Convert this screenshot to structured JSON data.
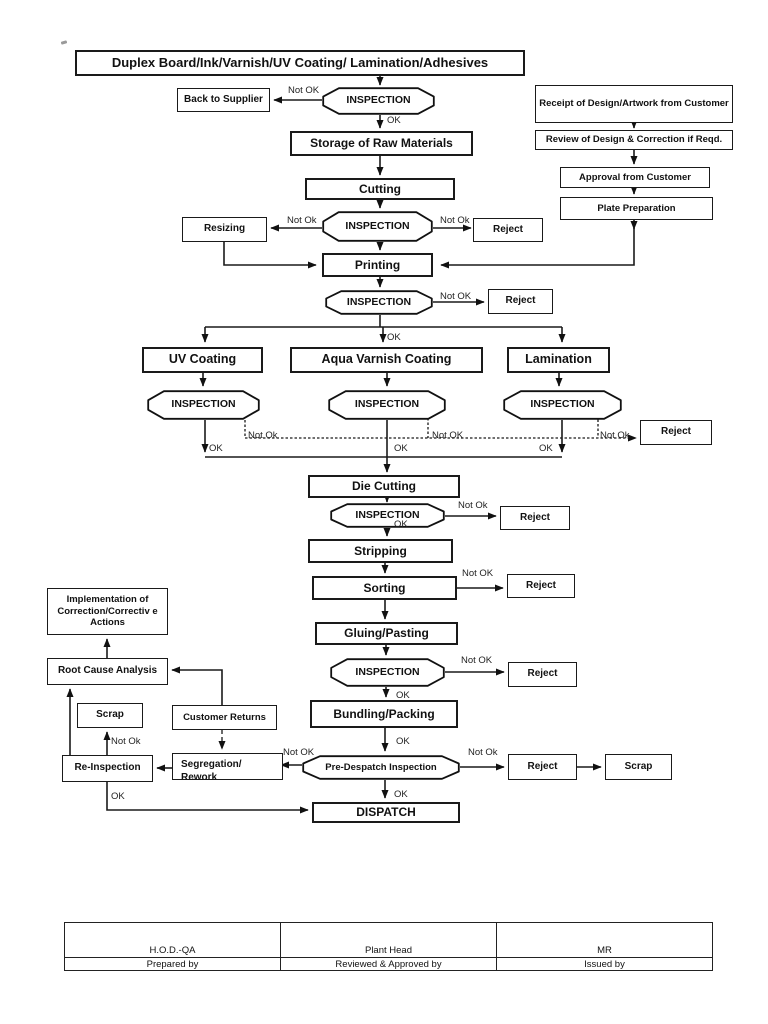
{
  "flowchart": {
    "nodes": [
      {
        "id": "title-box",
        "shape": "box",
        "label": "Duplex Board/Ink/Varnish/UV Coating/ Lamination/Adhesives"
      },
      {
        "id": "back-to-supplier",
        "shape": "box",
        "label": "Back to Supplier"
      },
      {
        "id": "inspection-raw",
        "shape": "hex",
        "label": "INSPECTION"
      },
      {
        "id": "receipt-design",
        "shape": "box",
        "label": "Receipt of Design/Artwork from Customer"
      },
      {
        "id": "review-design",
        "shape": "box",
        "label": "Review of Design & Correction if Reqd."
      },
      {
        "id": "approval-customer",
        "shape": "box",
        "label": "Approval from Customer"
      },
      {
        "id": "plate-preparation",
        "shape": "box",
        "label": "Plate Preparation"
      },
      {
        "id": "storage-raw-materials",
        "shape": "box",
        "label": "Storage of Raw Materials"
      },
      {
        "id": "cutting",
        "shape": "box",
        "label": "Cutting"
      },
      {
        "id": "resizing",
        "shape": "box",
        "label": "Resizing"
      },
      {
        "id": "inspection-cutting",
        "shape": "hex",
        "label": "INSPECTION"
      },
      {
        "id": "reject-cutting",
        "shape": "box",
        "label": "Reject"
      },
      {
        "id": "printing",
        "shape": "box",
        "label": "Printing"
      },
      {
        "id": "inspection-printing",
        "shape": "hex",
        "label": "INSPECTION"
      },
      {
        "id": "reject-printing",
        "shape": "box",
        "label": "Reject"
      },
      {
        "id": "uv-coating",
        "shape": "box",
        "label": "UV Coating"
      },
      {
        "id": "aqua-varnish-coating",
        "shape": "box",
        "label": "Aqua Varnish Coating"
      },
      {
        "id": "lamination",
        "shape": "box",
        "label": "Lamination"
      },
      {
        "id": "inspection-uv",
        "shape": "hex",
        "label": "INSPECTION"
      },
      {
        "id": "inspection-aqua",
        "shape": "hex",
        "label": "INSPECTION"
      },
      {
        "id": "inspection-lamination",
        "shape": "hex",
        "label": "INSPECTION"
      },
      {
        "id": "reject-coating",
        "shape": "box",
        "label": "Reject"
      },
      {
        "id": "die-cutting",
        "shape": "box",
        "label": "Die Cutting"
      },
      {
        "id": "inspection-die-cutting",
        "shape": "hex",
        "label": "INSPECTION"
      },
      {
        "id": "reject-die-cutting",
        "shape": "box",
        "label": "Reject"
      },
      {
        "id": "stripping",
        "shape": "box",
        "label": "Stripping"
      },
      {
        "id": "sorting",
        "shape": "box",
        "label": "Sorting"
      },
      {
        "id": "reject-sorting",
        "shape": "box",
        "label": "Reject"
      },
      {
        "id": "gluing-pasting",
        "shape": "box",
        "label": "Gluing/Pasting"
      },
      {
        "id": "inspection-gluing",
        "shape": "hex",
        "label": "INSPECTION"
      },
      {
        "id": "reject-gluing",
        "shape": "box",
        "label": "Reject"
      },
      {
        "id": "bundling-packing",
        "shape": "box",
        "label": "Bundling/Packing"
      },
      {
        "id": "implementation-corrective-actions",
        "shape": "box",
        "label": "Implementation of Correction/Correctiv e Actions"
      },
      {
        "id": "root-cause-analysis",
        "shape": "box",
        "label": "Root Cause Analysis"
      },
      {
        "id": "scrap-reinspection",
        "shape": "box",
        "label": "Scrap"
      },
      {
        "id": "customer-returns",
        "shape": "box",
        "label": "Customer Returns"
      },
      {
        "id": "re-inspection",
        "shape": "box",
        "label": "Re-Inspection"
      },
      {
        "id": "segregation-rework",
        "shape": "box",
        "label": "Segregation/ Rework"
      },
      {
        "id": "pre-despatch-inspection",
        "shape": "hex",
        "label": "Pre-Despatch Inspection"
      },
      {
        "id": "reject-predespatch",
        "shape": "box",
        "label": "Reject"
      },
      {
        "id": "scrap-final",
        "shape": "box",
        "label": "Scrap"
      },
      {
        "id": "dispatch",
        "shape": "box",
        "label": "DISPATCH"
      }
    ],
    "edge_labels": [
      {
        "id": "not-ok-supplier",
        "text": "Not OK"
      },
      {
        "id": "ok-raw",
        "text": "OK"
      },
      {
        "id": "not-ok-resizing",
        "text": "Not Ok"
      },
      {
        "id": "not-ok-cutting",
        "text": "Not Ok"
      },
      {
        "id": "not-ok-printing",
        "text": "Not OK"
      },
      {
        "id": "ok-printing",
        "text": "OK"
      },
      {
        "id": "not-ok-uv",
        "text": "Not Ok"
      },
      {
        "id": "not-ok-aqua",
        "text": "Not OK"
      },
      {
        "id": "not-ok-lamination",
        "text": "Not Ok"
      },
      {
        "id": "ok-uv",
        "text": "OK"
      },
      {
        "id": "ok-aqua",
        "text": "OK"
      },
      {
        "id": "ok-lamination",
        "text": "OK"
      },
      {
        "id": "not-ok-die",
        "text": "Not Ok"
      },
      {
        "id": "ok-die",
        "text": "OK"
      },
      {
        "id": "not-ok-sorting",
        "text": "Not OK"
      },
      {
        "id": "not-ok-gluing",
        "text": "Not OK"
      },
      {
        "id": "ok-gluing",
        "text": "OK"
      },
      {
        "id": "ok-bundling",
        "text": "OK"
      },
      {
        "id": "not-ok-predespatch-left",
        "text": "Not OK"
      },
      {
        "id": "not-ok-predespatch-right",
        "text": "Not Ok"
      },
      {
        "id": "ok-dispatch",
        "text": "OK"
      },
      {
        "id": "not-ok-reinspection",
        "text": "Not Ok"
      },
      {
        "id": "ok-reinspection",
        "text": "OK"
      }
    ]
  },
  "footer_table": {
    "row1": [
      "H.O.D.-QA",
      "Plant Head",
      "MR"
    ],
    "row2": [
      "Prepared by",
      "Reviewed & Approved by",
      "Issued by"
    ]
  }
}
